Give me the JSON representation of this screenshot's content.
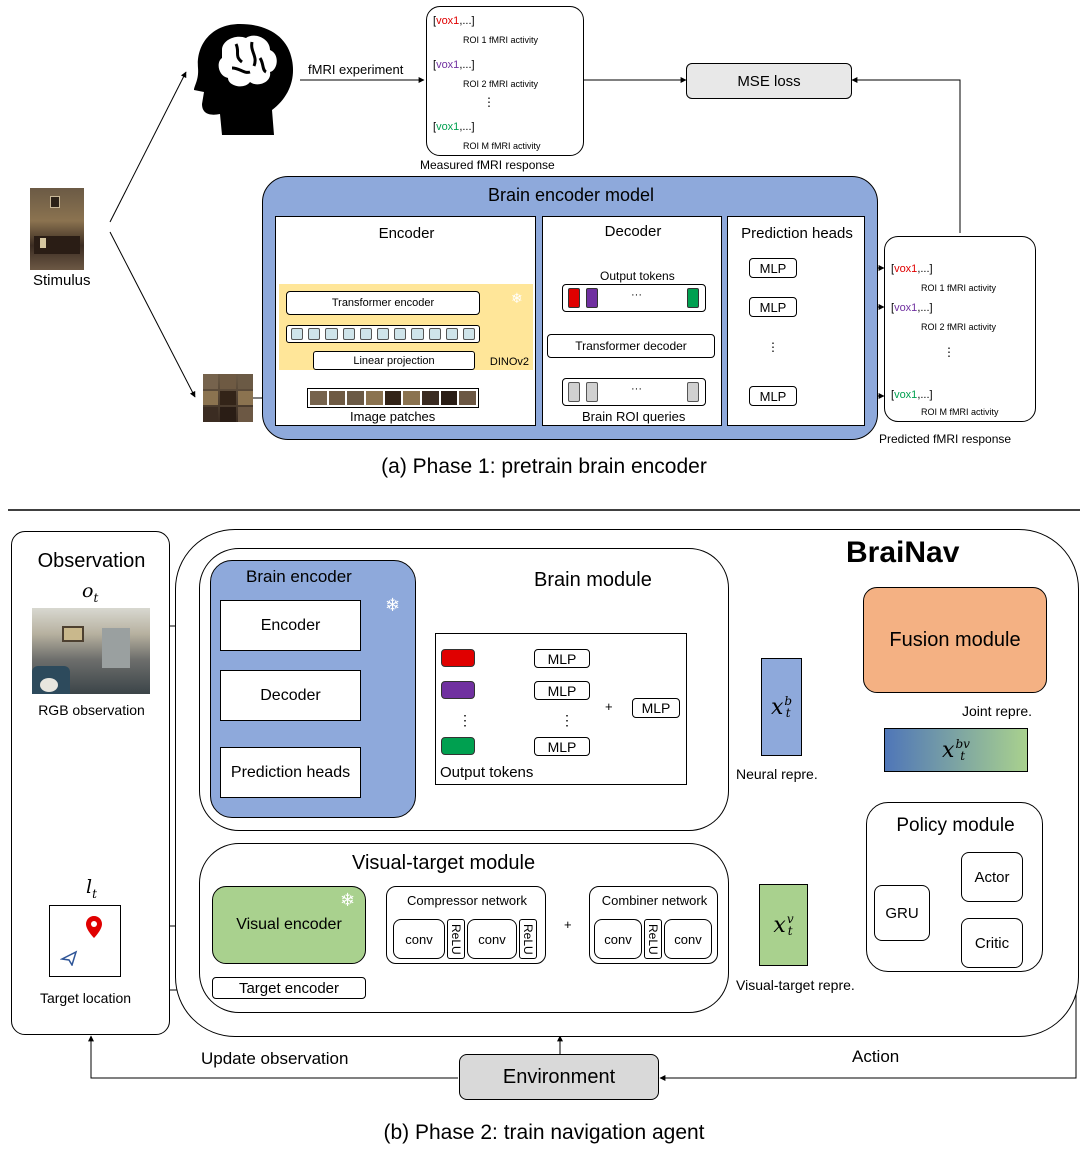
{
  "phase1": {
    "caption": "(a) Phase 1: pretrain brain encoder",
    "stimulus_label": "Stimulus",
    "fmri_experiment_label": "fMRI experiment",
    "measured": {
      "title": "Measured fMRI response",
      "rows": [
        {
          "vox": "vox1",
          "bracket_open": "[",
          "bracket_close": ",...]",
          "label": "ROI 1 fMRI activity",
          "color": "#e00000"
        },
        {
          "vox": "vox1",
          "bracket_open": "[",
          "bracket_close": ",...]",
          "label": "ROI 2 fMRI activity",
          "color": "#7030a0"
        },
        {
          "vox": "vox1",
          "bracket_open": "[",
          "bracket_close": ",...]",
          "label": "ROI M fMRI activity",
          "color": "#00a050"
        }
      ],
      "ellipsis": "⋮"
    },
    "mse_loss_label": "MSE loss",
    "brain_encoder_model_title": "Brain encoder model",
    "encoder_title": "Encoder",
    "transformer_encoder_label": "Transformer encoder",
    "linear_projection_label": "Linear projection",
    "dinov2_label": "DINOv2",
    "image_patches_label": "Image patches",
    "decoder_title": "Decoder",
    "output_tokens_label": "Output tokens",
    "transformer_decoder_label": "Transformer decoder",
    "brain_roi_queries_label": "Brain ROI queries",
    "token_ellipsis": "···",
    "prediction_heads_title": "Prediction heads",
    "mlp_label": "MLP",
    "predicted": {
      "title": "Predicted fMRI response",
      "rows": [
        {
          "vox": "vox1",
          "bracket_open": "[",
          "bracket_close": ",...]",
          "label": "ROI 1 fMRI activity",
          "color": "#e00000"
        },
        {
          "vox": "vox1",
          "bracket_open": "[",
          "bracket_close": ",...]",
          "label": "ROI 2 fMRI activity",
          "color": "#7030a0"
        },
        {
          "vox": "vox1",
          "bracket_open": "[",
          "bracket_close": ",...]",
          "label": "ROI M fMRI activity",
          "color": "#00a050"
        }
      ]
    }
  },
  "phase2": {
    "caption": "(b) Phase 2: train navigation agent",
    "brainav_title": "BraiNav",
    "observation_title": "Observation",
    "observation_symbol": "o",
    "observation_subscript": "t",
    "rgb_observation_label": "RGB observation",
    "target_symbol": "l",
    "target_subscript": "t",
    "target_location_label": "Target location",
    "brain_module_title": "Brain module",
    "brain_encoder_title": "Brain encoder",
    "encoder_label": "Encoder",
    "decoder_label": "Decoder",
    "prediction_heads_label": "Prediction heads",
    "output_tokens_label": "Output tokens",
    "mlp_label": "MLP",
    "plus_symbol": "+",
    "ellipsis": "⋮",
    "neural_repr": {
      "symbol": "x",
      "sub": "t",
      "sup": "b",
      "label": "Neural repre."
    },
    "fusion_module_label": "Fusion module",
    "joint_repr_label": "Joint repre.",
    "joint_repr": {
      "symbol": "x",
      "sub": "t",
      "sup": "bv"
    },
    "visual_target_module_title": "Visual-target module",
    "visual_encoder_label": "Visual encoder",
    "compressor_network_label": "Compressor network",
    "combiner_network_label": "Combiner network",
    "conv_label": "conv",
    "relu_label": "ReLU",
    "target_encoder_label": "Target encoder",
    "visual_target_repr": {
      "symbol": "x",
      "sub": "t",
      "sup": "v",
      "label": "Visual-target repre."
    },
    "policy_module_title": "Policy module",
    "gru_label": "GRU",
    "actor_label": "Actor",
    "critic_label": "Critic",
    "environment_label": "Environment",
    "update_observation_label": "Update observation",
    "action_label": "Action"
  },
  "colors": {
    "brain_blue": "#8ea9db",
    "dinov2_yellow": "#ffe699",
    "fusion_orange": "#f4b183",
    "visual_green": "#a9d18e",
    "token_red": "#e00000",
    "token_purple": "#7030a0",
    "token_green": "#00a050",
    "env_gray": "#d9d9d9"
  }
}
